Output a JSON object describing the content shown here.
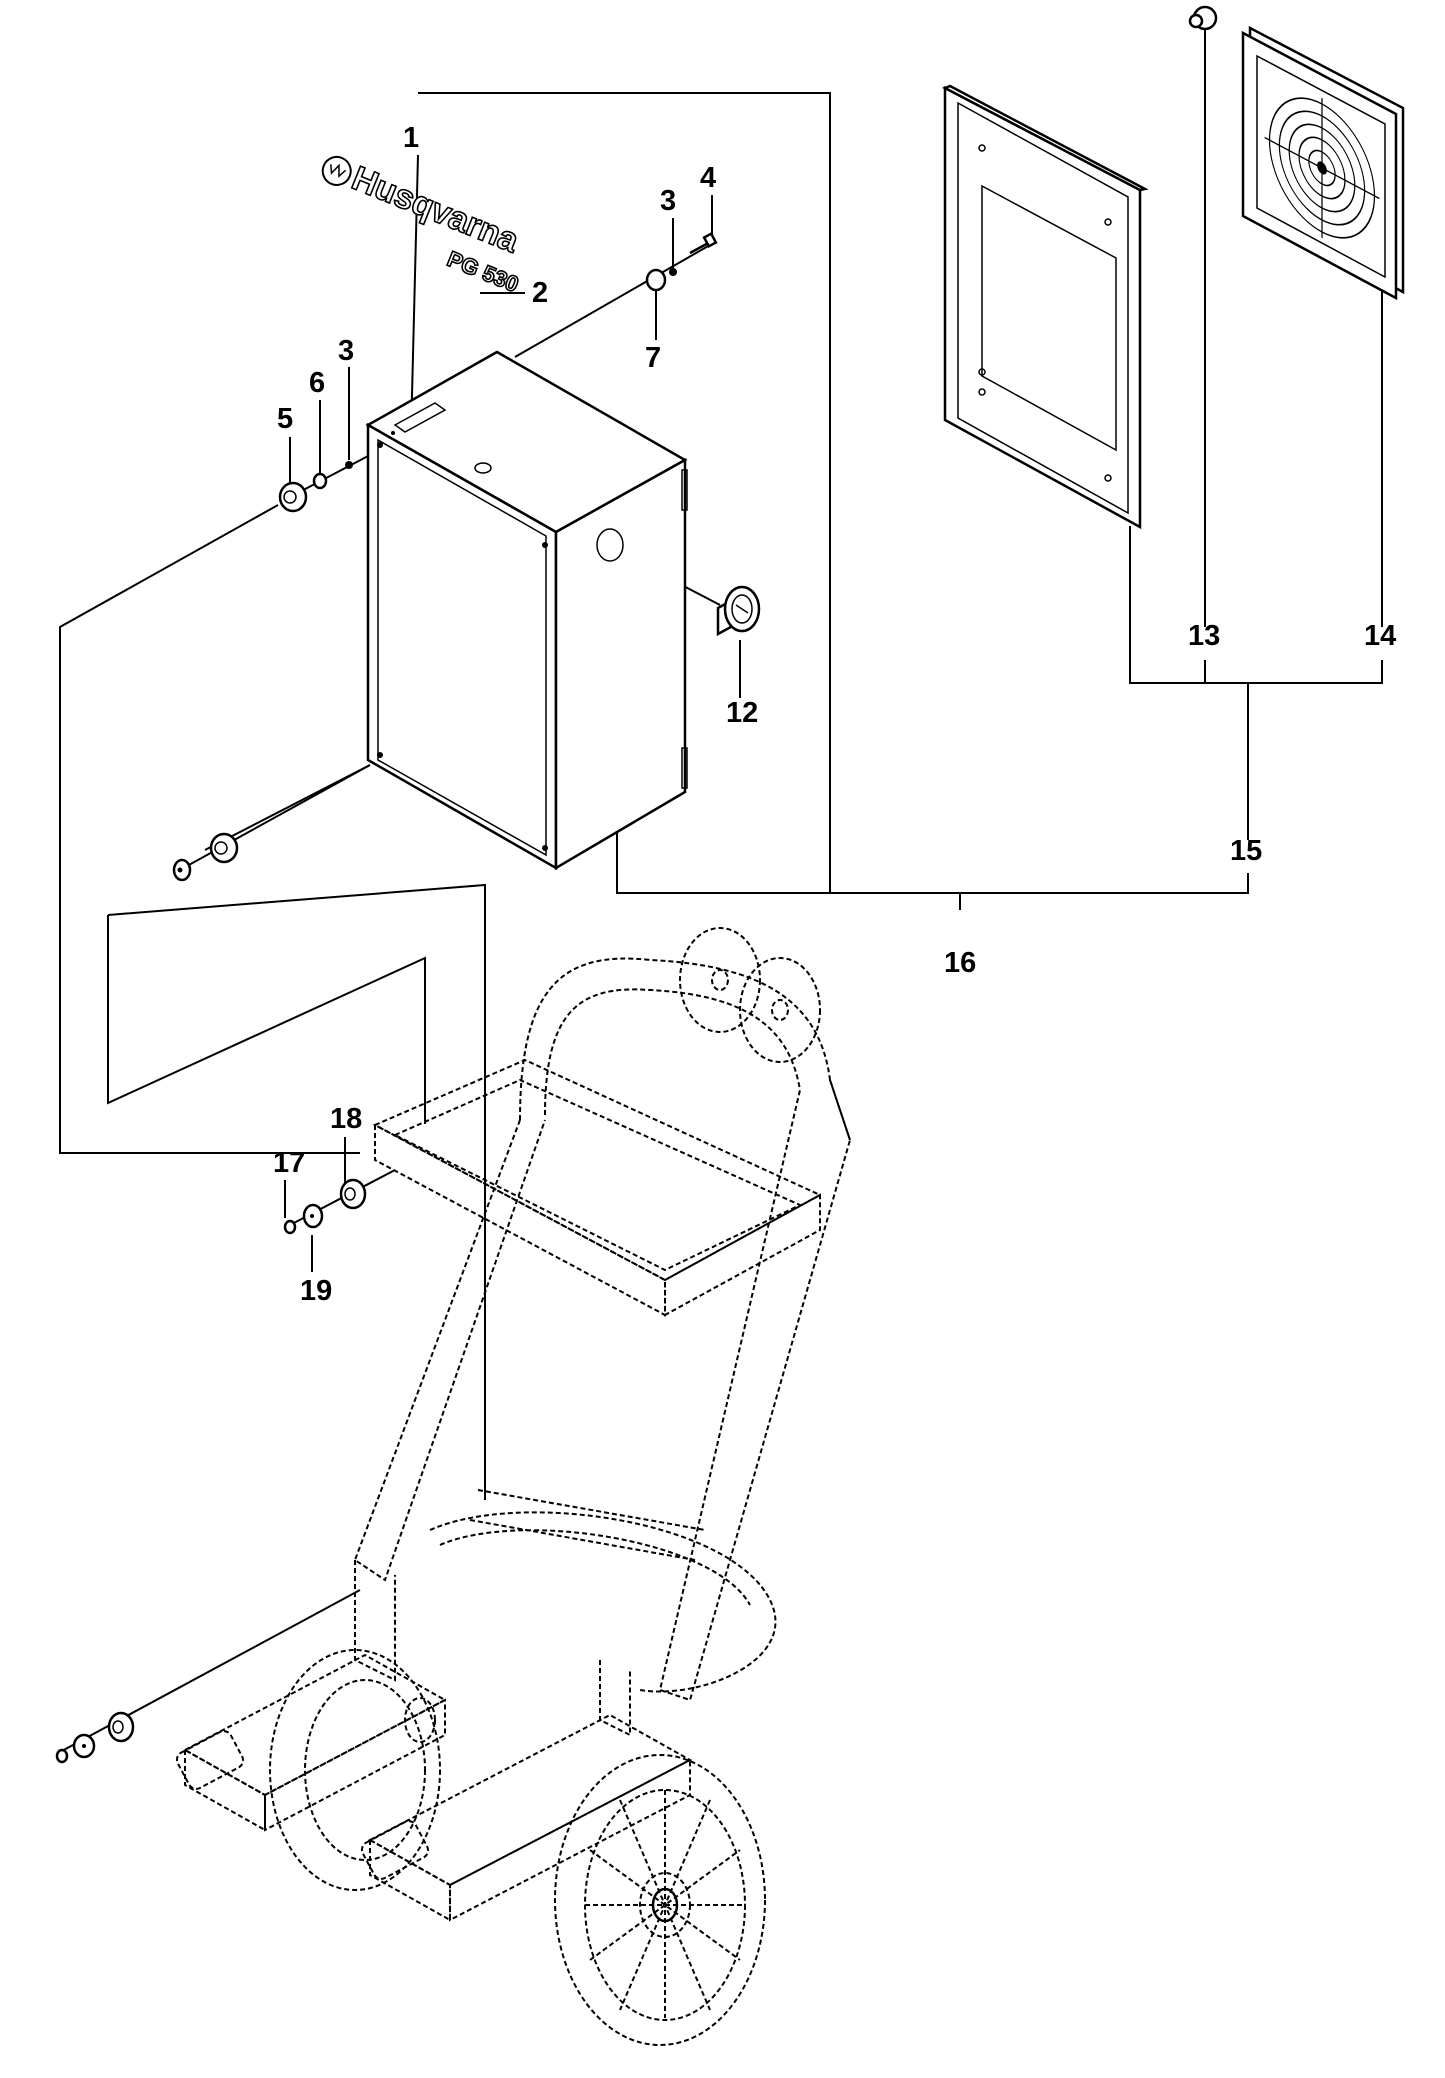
{
  "brand": {
    "name": "Husqvarna",
    "model": "PG 530"
  },
  "callouts": [
    {
      "id": "1",
      "text": "1"
    },
    {
      "id": "2",
      "text": "2"
    },
    {
      "id": "3a",
      "text": "3"
    },
    {
      "id": "4",
      "text": "4"
    },
    {
      "id": "3b",
      "text": "3"
    },
    {
      "id": "5",
      "text": "5"
    },
    {
      "id": "6",
      "text": "6"
    },
    {
      "id": "7",
      "text": "7"
    },
    {
      "id": "12",
      "text": "12"
    },
    {
      "id": "13",
      "text": "13"
    },
    {
      "id": "14",
      "text": "14"
    },
    {
      "id": "15",
      "text": "15"
    },
    {
      "id": "16",
      "text": "16"
    },
    {
      "id": "17",
      "text": "17"
    },
    {
      "id": "18",
      "text": "18"
    },
    {
      "id": "19",
      "text": "19"
    }
  ]
}
